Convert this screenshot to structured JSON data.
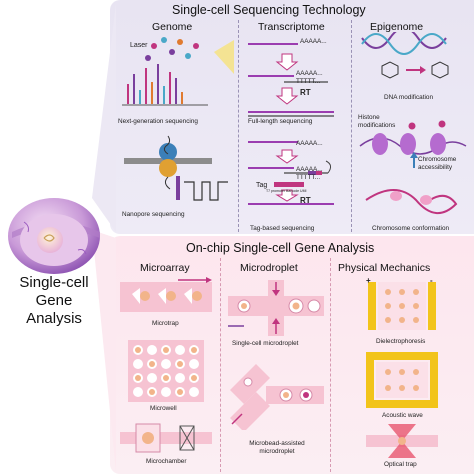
{
  "cell_label": [
    "Single-cell",
    "Gene",
    "Analysis"
  ],
  "sequencing": {
    "title": "Single-cell Sequencing Technology",
    "columns": {
      "genome": {
        "title": "Genome",
        "laser_label": "Laser",
        "captions": [
          "Next-generation sequencing",
          "Nanopore sequencing"
        ]
      },
      "transcriptome": {
        "title": "Transcriptome",
        "poly_a": "AAAAA...",
        "poly_t": "TTTTT...",
        "rt_label": "RT",
        "tag_label": "Tag",
        "tag_sublabel": "T7 promoter  Barcode  UMI",
        "captions": [
          "Full-length sequencing",
          "Tag-based sequencing"
        ]
      },
      "epigenome": {
        "title": "Epigenome",
        "dna_modification": "DNA modification",
        "histone_modifications": "Histone modifications",
        "chromosome_accessibility": "Chromosome accessibility",
        "chromosome_conformation": "Chromosome conformation"
      }
    }
  },
  "onchip": {
    "title": "On-chip Single-cell Gene Analysis",
    "columns": {
      "microarray": {
        "title": "Microarray",
        "captions": [
          "Microtrap",
          "Microwell",
          "Microchamber"
        ]
      },
      "microdroplet": {
        "title": "Microdroplet",
        "captions": [
          "Single-cell microdroplet",
          "Microbead-assisted microdroplet"
        ]
      },
      "physical": {
        "title": "Physical Mechanics",
        "captions": [
          "Dielectrophoresis",
          "Acoustic wave",
          "Optical trap"
        ],
        "plus_sign": "+",
        "minus_sign": "-"
      }
    }
  },
  "colors": {
    "purple_panel": "#e8e4f2",
    "pink_panel": "#fde6ee",
    "magenta": "#c0357f",
    "purple": "#7a3f9d",
    "yellow": "#f2c41a"
  }
}
